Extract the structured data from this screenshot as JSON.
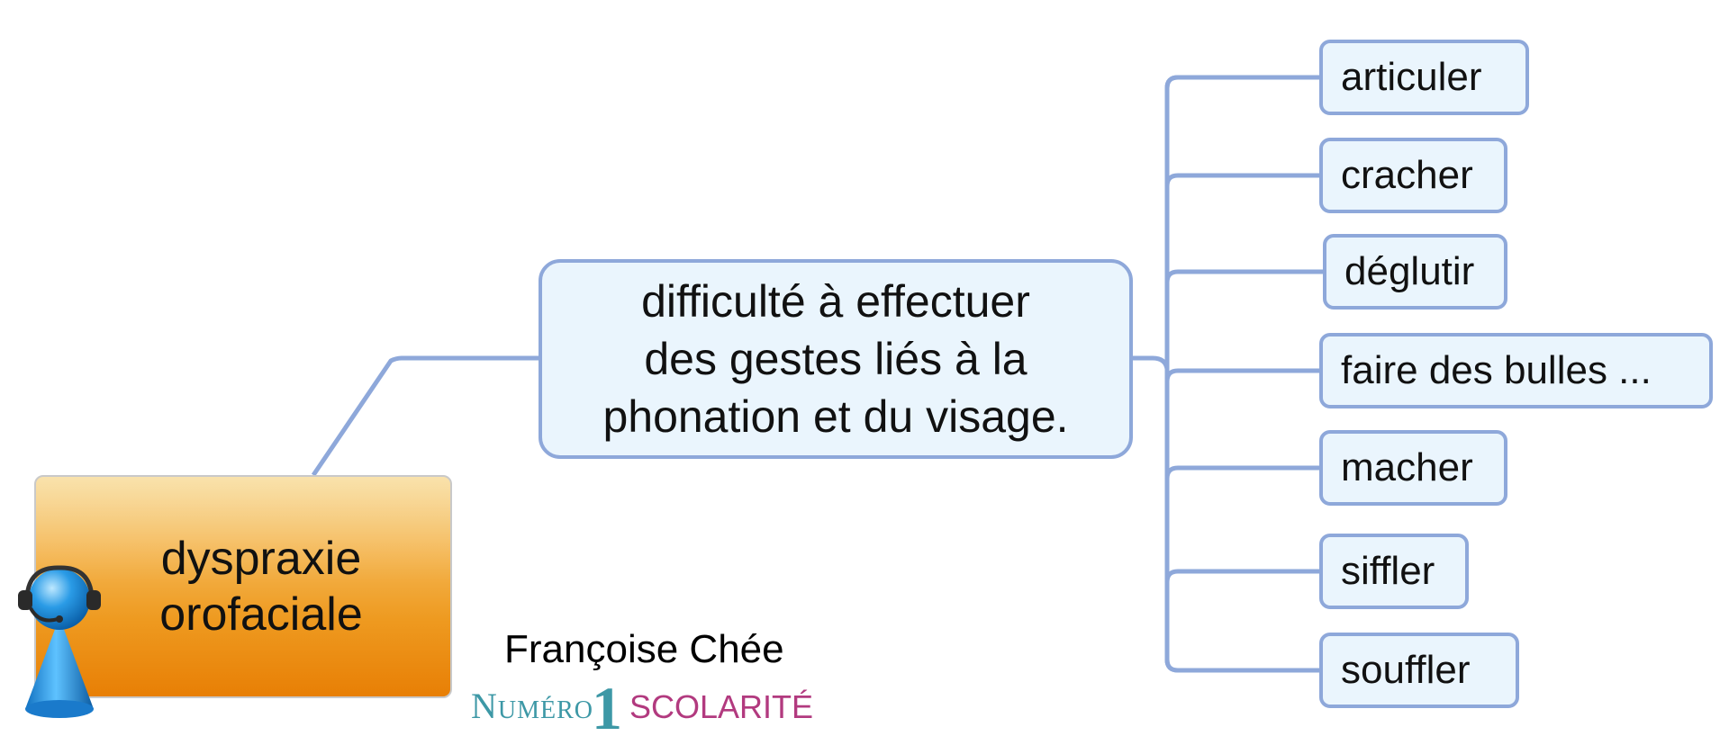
{
  "root": {
    "label": "dyspraxie\norofaciale"
  },
  "central": {
    "label": "difficulté à effectuer\ndes gestes liés à la\nphonation et du visage."
  },
  "leaves": [
    {
      "label": "articuler"
    },
    {
      "label": "cracher"
    },
    {
      "label": "déglutir"
    },
    {
      "label": "faire des bulles ..."
    },
    {
      "label": "macher"
    },
    {
      "label": "siffler"
    },
    {
      "label": "souffler"
    }
  ],
  "credit": {
    "author": "Françoise Chée",
    "brand_numero": "Numéro",
    "brand_one": "1",
    "brand_scolarite": "SCOLARITÉ"
  },
  "colors": {
    "connector": "#8ea8da",
    "node_fill": "#eaf5fd",
    "root_orange": "#ee9a20",
    "brand_teal": "#3d98a6",
    "brand_magenta": "#b23a7f"
  },
  "icons": {
    "avatar": "user-headset-icon"
  }
}
